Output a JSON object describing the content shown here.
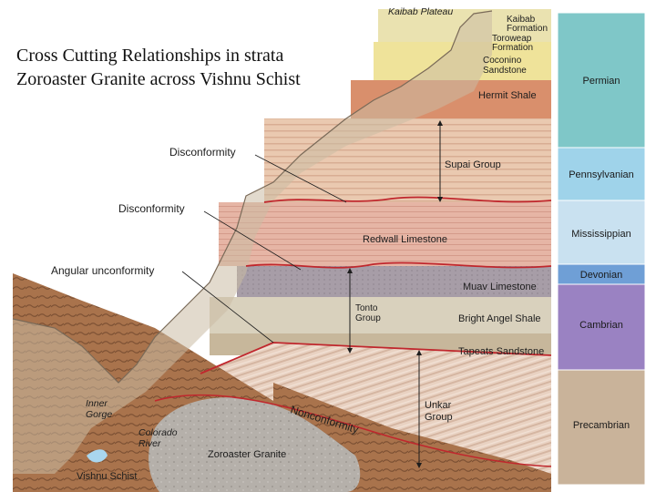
{
  "title": {
    "line1": "Cross Cutting Relationships in strata",
    "line2": "Zoroaster Granite across Vishnu Schist"
  },
  "places": {
    "plateau": "Kaibab Plateau",
    "inner_gorge": [
      "Inner",
      "Gorge"
    ],
    "river": [
      "Colorado",
      "River"
    ]
  },
  "formations": {
    "kaibab": [
      "Kaibab",
      "Formation"
    ],
    "toroweap": [
      "Toroweap",
      "Formation"
    ],
    "coconino": [
      "Coconino",
      "Sandstone"
    ],
    "hermit": "Hermit Shale",
    "supai": "Supai Group",
    "redwall": "Redwall Limestone",
    "muav": "Muav Limestone",
    "tonto": [
      "Tonto",
      "Group"
    ],
    "bright_angel": "Bright Angel Shale",
    "tapeats": "Tapeats Sandstone",
    "unkar": [
      "Unkar",
      "Group"
    ],
    "zoroaster": "Zoroaster Granite",
    "vishnu": "Vishnu Schist"
  },
  "contacts": {
    "disconformity_upper": "Disconformity",
    "disconformity_lower": "Disconformity",
    "angular": "Angular unconformity",
    "nonconformity": "Nonconformity"
  },
  "periods": [
    {
      "name": "Permian",
      "color": "#7fc7c8"
    },
    {
      "name": "Pennsylvanian",
      "color": "#9fd3ea"
    },
    {
      "name": "Mississippian",
      "color": "#c9e1f0"
    },
    {
      "name": "Devonian",
      "color": "#6f9fd6"
    },
    {
      "name": "Cambrian",
      "color": "#9a82c2"
    },
    {
      "name": "Precambrian",
      "color": "#c9b39a"
    }
  ],
  "colors": {
    "unconformity_line": "#c0272d",
    "granite": "#b6b1ab",
    "schist": "#a5744f"
  }
}
